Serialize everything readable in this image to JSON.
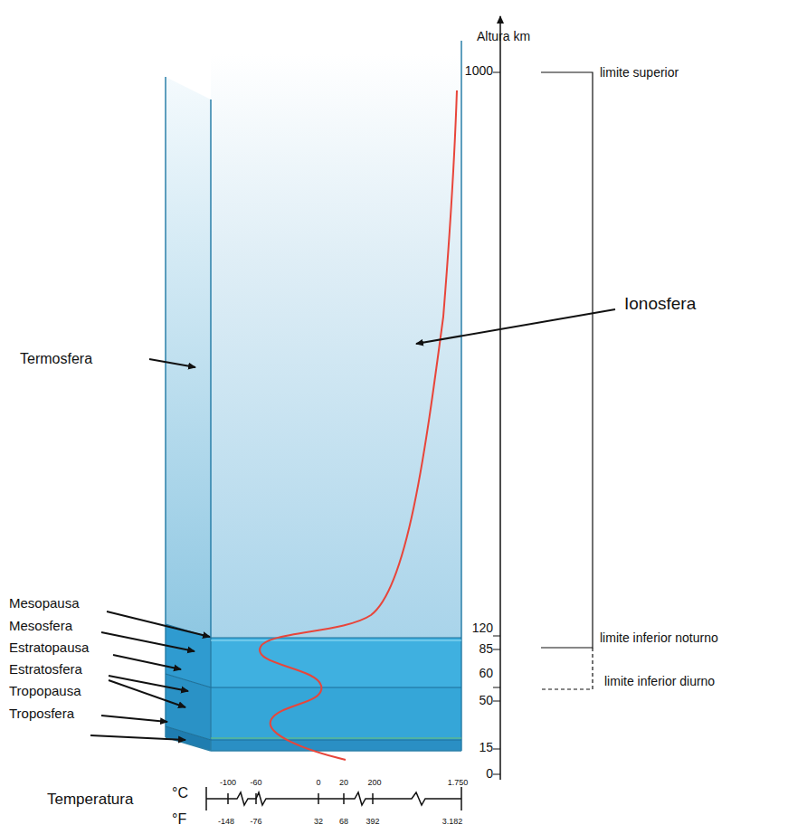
{
  "diagram": {
    "labels": [
      "Altura km",
      "1000",
      "limite superior",
      "Ionosfera",
      "Termosfera",
      "Mesopausa",
      "Mesosfera",
      "Estratopausa",
      "Estratosfera",
      "Tropopausa",
      "Troposfera",
      "120",
      "85",
      "60",
      "50",
      "15",
      "0",
      "limite inferior noturno",
      "limite inferior diurno",
      "Temperatura",
      "°C",
      "°F",
      "-100",
      "-60",
      "0",
      "20",
      "200",
      "1.750",
      "-148",
      "-76",
      "32",
      "68",
      "392",
      "3.182"
    ]
  }
}
